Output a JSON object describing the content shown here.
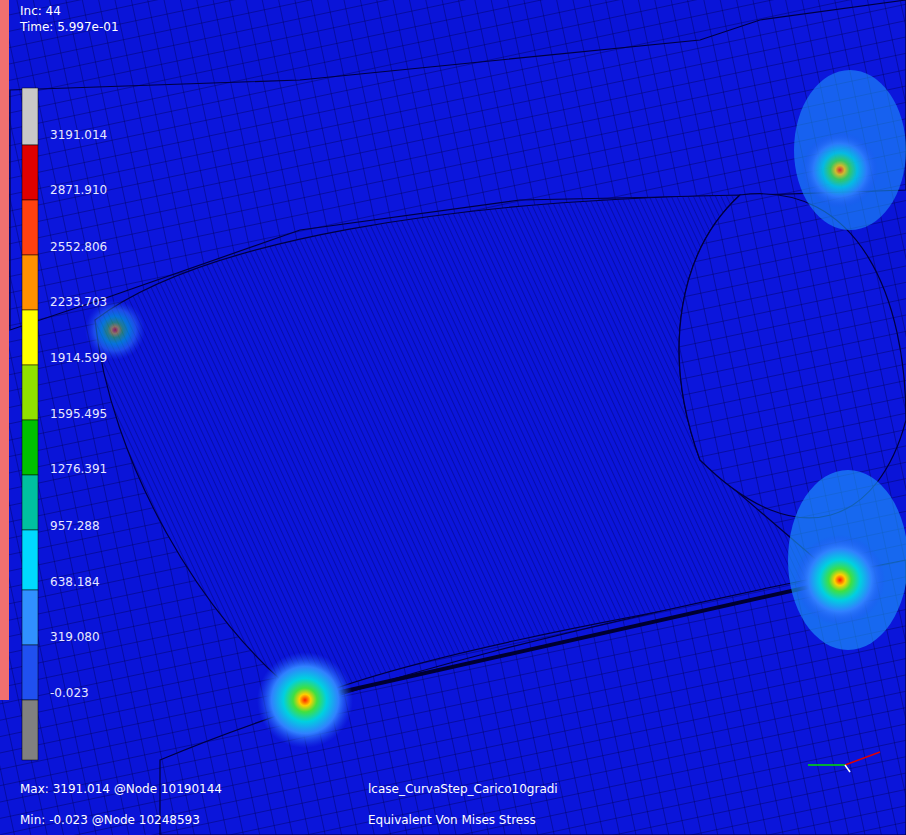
{
  "diagram": {
    "labels": [
      "Inc: 44",
      "Time: 5.997e-01",
      "3191.014",
      "2871.910",
      "2552.806",
      "2233.703",
      "1914.599",
      "1595.495",
      "1276.391",
      "957.288",
      "638.184",
      "319.080",
      "-0.023",
      "Max: 3191.014 @Node 10190144",
      "Min: -0.023 @Node 10248593",
      "lcase_CurvaStep_Carico10gradi",
      "Equivalent Von Mises Stress"
    ]
  }
}
